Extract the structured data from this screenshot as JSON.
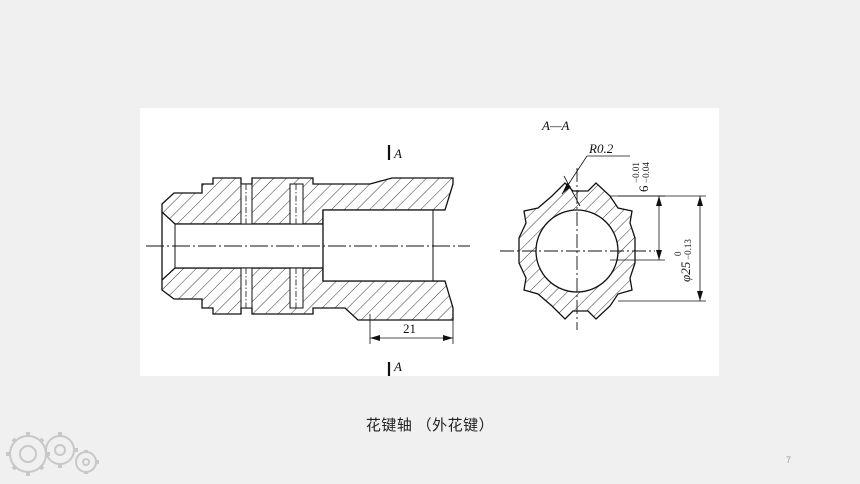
{
  "drawing": {
    "section_label": "A—A",
    "section_mark_top": "A",
    "section_mark_bottom": "A",
    "radius_label": "R0.2",
    "dim_length": "21",
    "dim_width_nominal": "6",
    "dim_width_upper": "−0.01",
    "dim_width_lower": "−0.04",
    "dim_dia_nominal": "φ25",
    "dim_dia_upper": "0",
    "dim_dia_lower": "−0.13"
  },
  "caption": "花键轴 （外花键）",
  "page_number": "7",
  "decor": {
    "logo_icon": "gears-logo-icon",
    "accent": "#c8c8c8"
  }
}
